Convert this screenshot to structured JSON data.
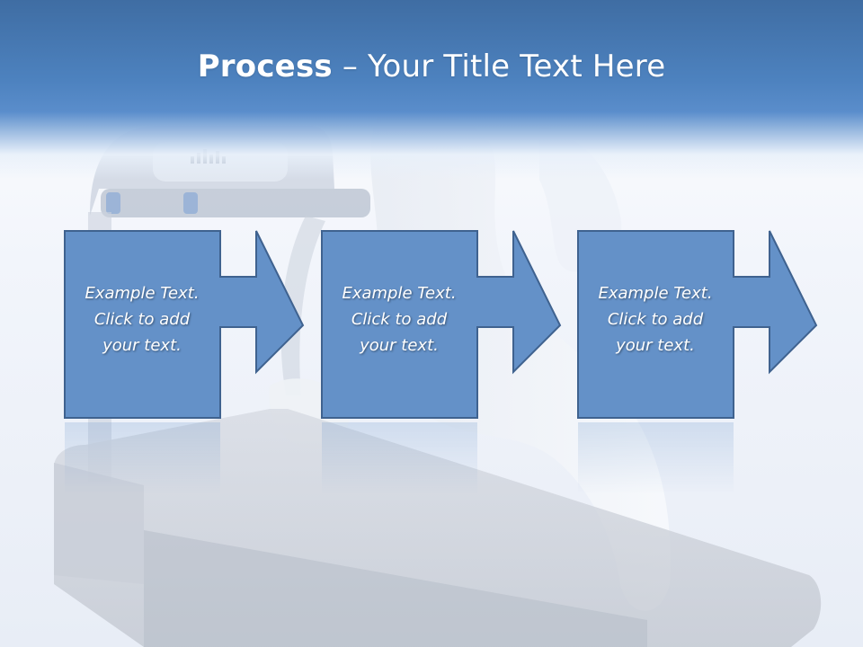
{
  "slide": {
    "title_bold": "Process",
    "title_rest": " – Your Title Text Here"
  },
  "steps": [
    {
      "text_lines": [
        "Example Text.",
        "Click  to add",
        "your text."
      ]
    },
    {
      "text_lines": [
        "Example Text.",
        "Click  to add",
        "your text."
      ]
    },
    {
      "text_lines": [
        "Example Text.",
        "Click  to add",
        "your text."
      ]
    }
  ],
  "colors": {
    "header": "#4d82bf",
    "box_fill": "#6491c8",
    "box_border": "#3f628f",
    "text": "#ffffff"
  },
  "icons": [
    "arrow-right-icon",
    "treadmill-illustration"
  ]
}
